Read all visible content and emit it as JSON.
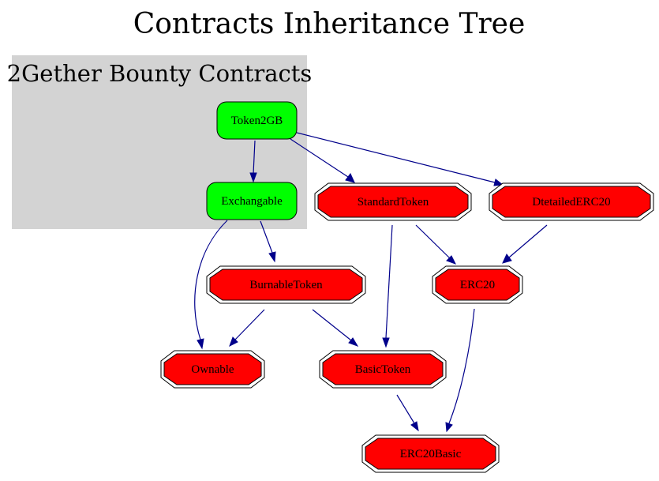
{
  "title": "Contracts Inheritance Tree",
  "cluster": {
    "label": "2Gether Bounty Contracts",
    "color": "#d3d3d3"
  },
  "colors": {
    "local_node": "#00ff00",
    "external_node": "#ff0000",
    "edge": "#00008b"
  },
  "nodes": {
    "token2gb": {
      "label": "Token2GB",
      "kind": "local"
    },
    "exchangable": {
      "label": "Exchangable",
      "kind": "local"
    },
    "standardtoken": {
      "label": "StandardToken",
      "kind": "external"
    },
    "dtailederc20": {
      "label": "DtetailedERC20",
      "kind": "external"
    },
    "burnabletoken": {
      "label": "BurnableToken",
      "kind": "external"
    },
    "erc20": {
      "label": "ERC20",
      "kind": "external"
    },
    "ownable": {
      "label": "Ownable",
      "kind": "external"
    },
    "basictoken": {
      "label": "BasicToken",
      "kind": "external"
    },
    "erc20basic": {
      "label": "ERC20Basic",
      "kind": "external"
    }
  },
  "edges": [
    {
      "from": "Token2GB",
      "to": "Exchangable"
    },
    {
      "from": "Token2GB",
      "to": "StandardToken"
    },
    {
      "from": "Token2GB",
      "to": "DtetailedERC20"
    },
    {
      "from": "Exchangable",
      "to": "Ownable"
    },
    {
      "from": "Exchangable",
      "to": "BurnableToken"
    },
    {
      "from": "StandardToken",
      "to": "BasicToken"
    },
    {
      "from": "StandardToken",
      "to": "ERC20"
    },
    {
      "from": "DtetailedERC20",
      "to": "ERC20"
    },
    {
      "from": "BurnableToken",
      "to": "Ownable"
    },
    {
      "from": "BurnableToken",
      "to": "BasicToken"
    },
    {
      "from": "ERC20",
      "to": "ERC20Basic"
    },
    {
      "from": "BasicToken",
      "to": "ERC20Basic"
    }
  ]
}
